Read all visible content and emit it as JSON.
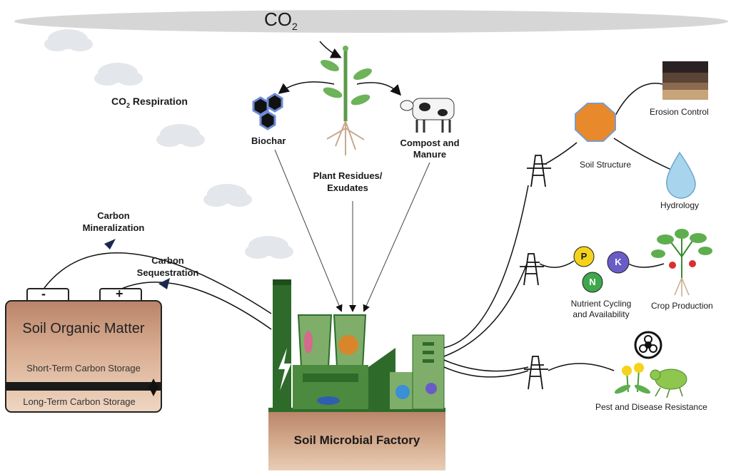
{
  "atmosphere": {
    "co2": "CO",
    "co2_sub": "2"
  },
  "respiration": {
    "text": "CO",
    "sub": "2",
    "suffix": " Respiration"
  },
  "inputs": {
    "biochar": "Biochar",
    "plant_line1": "Plant Residues/",
    "plant_line2": "Exudates",
    "compost_line1": "Compost and",
    "compost_line2": "Manure"
  },
  "carbon": {
    "mineral_line1": "Carbon",
    "mineral_line2": "Mineralization",
    "seq_line1": "Carbon",
    "seq_line2": "Sequestration"
  },
  "battery": {
    "title": "Soil Organic Matter",
    "short_term": "Short-Term Carbon Storage",
    "long_term": "Long-Term Carbon Storage",
    "minus": "-",
    "plus": "+"
  },
  "factory": {
    "title": "Soil Microbial Factory"
  },
  "outputs": {
    "soil_structure": "Soil Structure",
    "erosion": "Erosion Control",
    "hydrology": "Hydrology",
    "nutrient_line1": "Nutrient Cycling",
    "nutrient_line2": "and Availability",
    "crop": "Crop Production",
    "pest": "Pest and Disease Resistance",
    "p": "P",
    "n": "N",
    "k": "K"
  },
  "colors": {
    "factory_green": "#2e6b2a",
    "factory_light": "#7fae6b",
    "soil_brown": "#b07a5c",
    "soil_structure": "#e8892b",
    "p_yellow": "#f5d21c",
    "n_green": "#3fa84c",
    "k_purple": "#6a5cc7"
  }
}
